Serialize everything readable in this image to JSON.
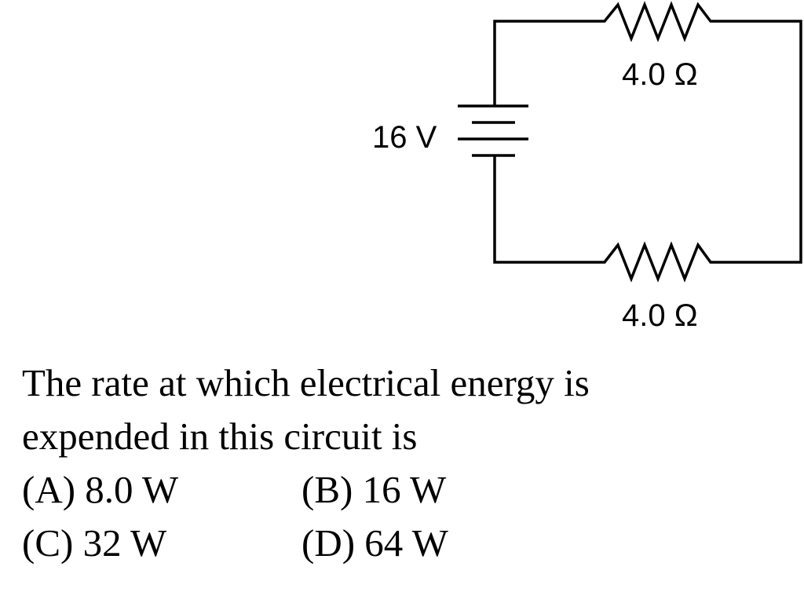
{
  "diagram": {
    "battery_label": "16 V",
    "resistor_top_label": "4.0 Ω",
    "resistor_bottom_label": "4.0 Ω"
  },
  "question": {
    "stem_line1": "The rate at which electrical energy is",
    "stem_line2": "expended in this circuit is",
    "choices": [
      {
        "letter": "(A)",
        "value": "8.0 W"
      },
      {
        "letter": "(B)",
        "value": "16 W"
      },
      {
        "letter": "(C)",
        "value": "32 W"
      },
      {
        "letter": "(D)",
        "value": "64 W"
      }
    ]
  }
}
